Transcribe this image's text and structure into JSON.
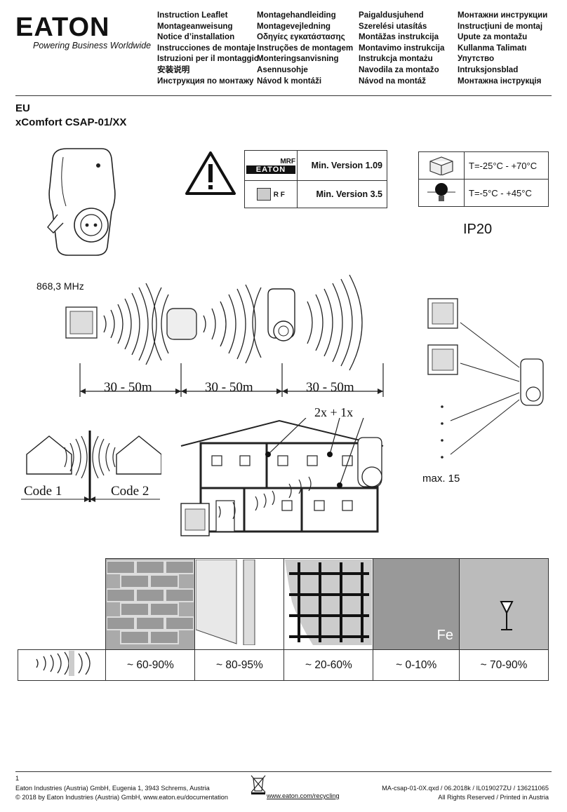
{
  "header": {
    "brand": "EATON",
    "tagline": "Powering Business Worldwide",
    "languages": [
      [
        "Instruction Leaflet",
        "Montageanweisung",
        "Notice d’installation",
        "Instrucciones de montaje",
        "Istruzioni per il montaggio",
        "安装说明",
        "Инструкция по монтажу"
      ],
      [
        "Montagehandleiding",
        "Montagevejledning",
        "Οδηγίες εγκατάστασης",
        "Instruções de montagem",
        "Monteringsanvisning",
        "Asennusohje",
        "Návod k montáži"
      ],
      [
        "Paigaldusjuhend",
        "Szerelési utasítás",
        "Montāžas instrukcija",
        "Montavimo instrukcija",
        "Instrukcja montażu",
        "Navodila za montažo",
        "Návod na montáž"
      ],
      [
        "Монтажни инструкции",
        "Instrucţiuni de montaj",
        "Upute za montažu",
        "Kullanma Talimatı",
        "Упутство",
        "Intruksjonsblad",
        "Монтажна інструкція"
      ]
    ]
  },
  "product": {
    "region": "EU",
    "model": "xComfort CSAP-01/XX"
  },
  "versions": {
    "mrf_label": "MRF",
    "eaton_label": "EATON",
    "rf_label": "R F",
    "mrf_version": "Min. Version 1.09",
    "rf_version": "Min. Version 3.5"
  },
  "temps": {
    "storage": "T=-25°C - +70°C",
    "operating": "T=-5°C - +45°C",
    "ip": "IP20"
  },
  "radio": {
    "frequency": "868,3 MHz",
    "distances": [
      "30 - 50m",
      "30 - 50m",
      "30 - 50m"
    ],
    "code1": "Code 1",
    "code2": "Code 2",
    "house_label": "2x + 1x",
    "max_label": "max. 15"
  },
  "materials": [
    "~ 60-90%",
    "~ 80-95%",
    "~ 20-60%",
    "~ 0-10%",
    "~ 70-90%"
  ],
  "fe_label": "Fe",
  "footer": {
    "page": "1",
    "company": "Eaton Industries (Austria) GmbH, Eugenia 1, 3943 Schrems, Austria",
    "copyright": "© 2018 by Eaton Industries (Austria) GmbH, www.eaton.eu/documentation",
    "recycling": "www.eaton.com/recycling",
    "docref": "MA-csap-01-0X.qxd / 06.2018k / IL019027ZU / 136211065",
    "rights": "All Rights Reserved / Printed in Austria"
  }
}
